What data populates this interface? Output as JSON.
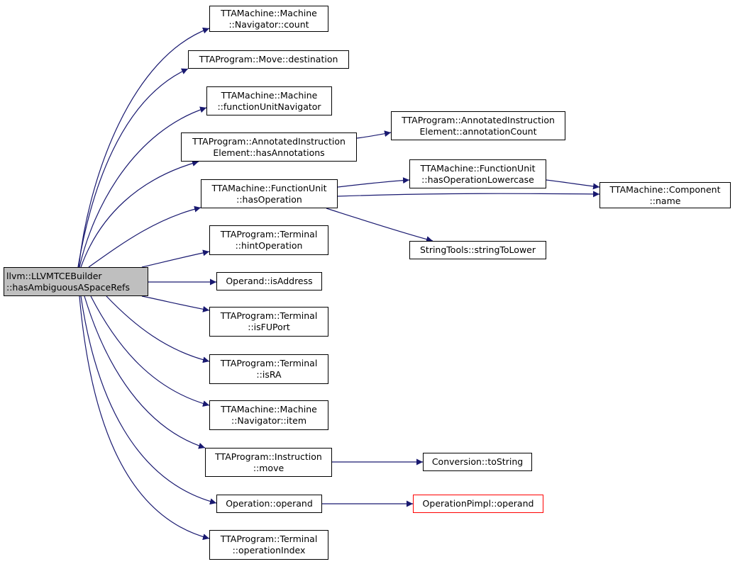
{
  "graph": {
    "edge_color": "#191970",
    "root_fill": "#bfbfbf",
    "highlight_border": "#ff0000",
    "nodes": [
      {
        "id": "root",
        "lines": [
          "llvm::LLVMTCEBuilder",
          "::hasAmbiguousASpaceRefs"
        ],
        "root": true
      },
      {
        "id": "n_count",
        "lines": [
          "TTAMachine::Machine",
          "::Navigator::count"
        ]
      },
      {
        "id": "n_destination",
        "lines": [
          "TTAProgram::Move::destination"
        ]
      },
      {
        "id": "n_funavigator",
        "lines": [
          "TTAMachine::Machine",
          "::functionUnitNavigator"
        ]
      },
      {
        "id": "n_hasannotations",
        "lines": [
          "TTAProgram::AnnotatedInstruction",
          "Element::hasAnnotations"
        ]
      },
      {
        "id": "n_annotationcount",
        "lines": [
          "TTAProgram::AnnotatedInstruction",
          "Element::annotationCount"
        ]
      },
      {
        "id": "n_hasoperation",
        "lines": [
          "TTAMachine::FunctionUnit",
          "::hasOperation"
        ]
      },
      {
        "id": "n_hasoplower",
        "lines": [
          "TTAMachine::FunctionUnit",
          "::hasOperationLowercase"
        ]
      },
      {
        "id": "n_name",
        "lines": [
          "TTAMachine::Component",
          "::name"
        ]
      },
      {
        "id": "n_stringtolower",
        "lines": [
          "StringTools::stringToLower"
        ]
      },
      {
        "id": "n_hintoperation",
        "lines": [
          "TTAProgram::Terminal",
          "::hintOperation"
        ]
      },
      {
        "id": "n_isaddress",
        "lines": [
          "Operand::isAddress"
        ]
      },
      {
        "id": "n_isfuport",
        "lines": [
          "TTAProgram::Terminal",
          "::isFUPort"
        ]
      },
      {
        "id": "n_isra",
        "lines": [
          "TTAProgram::Terminal",
          "::isRA"
        ]
      },
      {
        "id": "n_item",
        "lines": [
          "TTAMachine::Machine",
          "::Navigator::item"
        ]
      },
      {
        "id": "n_move",
        "lines": [
          "TTAProgram::Instruction",
          "::move"
        ]
      },
      {
        "id": "n_tostring",
        "lines": [
          "Conversion::toString"
        ]
      },
      {
        "id": "n_operand",
        "lines": [
          "Operation::operand"
        ]
      },
      {
        "id": "n_pimploperand",
        "lines": [
          "OperationPimpl::operand"
        ],
        "highlight": true
      },
      {
        "id": "n_operationindex",
        "lines": [
          "TTAProgram::Terminal",
          "::operationIndex"
        ]
      }
    ],
    "edges": [
      {
        "from": "root",
        "to": "n_count"
      },
      {
        "from": "root",
        "to": "n_destination"
      },
      {
        "from": "root",
        "to": "n_funavigator"
      },
      {
        "from": "root",
        "to": "n_hasannotations"
      },
      {
        "from": "root",
        "to": "n_hasoperation"
      },
      {
        "from": "root",
        "to": "n_hintoperation"
      },
      {
        "from": "root",
        "to": "n_isaddress"
      },
      {
        "from": "root",
        "to": "n_isfuport"
      },
      {
        "from": "root",
        "to": "n_isra"
      },
      {
        "from": "root",
        "to": "n_item"
      },
      {
        "from": "root",
        "to": "n_move"
      },
      {
        "from": "root",
        "to": "n_operand"
      },
      {
        "from": "root",
        "to": "n_operationindex"
      },
      {
        "from": "n_hasannotations",
        "to": "n_annotationcount"
      },
      {
        "from": "n_hasoperation",
        "to": "n_hasoplower"
      },
      {
        "from": "n_hasoperation",
        "to": "n_name"
      },
      {
        "from": "n_hasoperation",
        "to": "n_stringtolower"
      },
      {
        "from": "n_hasoplower",
        "to": "n_name"
      },
      {
        "from": "n_move",
        "to": "n_tostring"
      },
      {
        "from": "n_operand",
        "to": "n_pimploperand"
      }
    ]
  }
}
